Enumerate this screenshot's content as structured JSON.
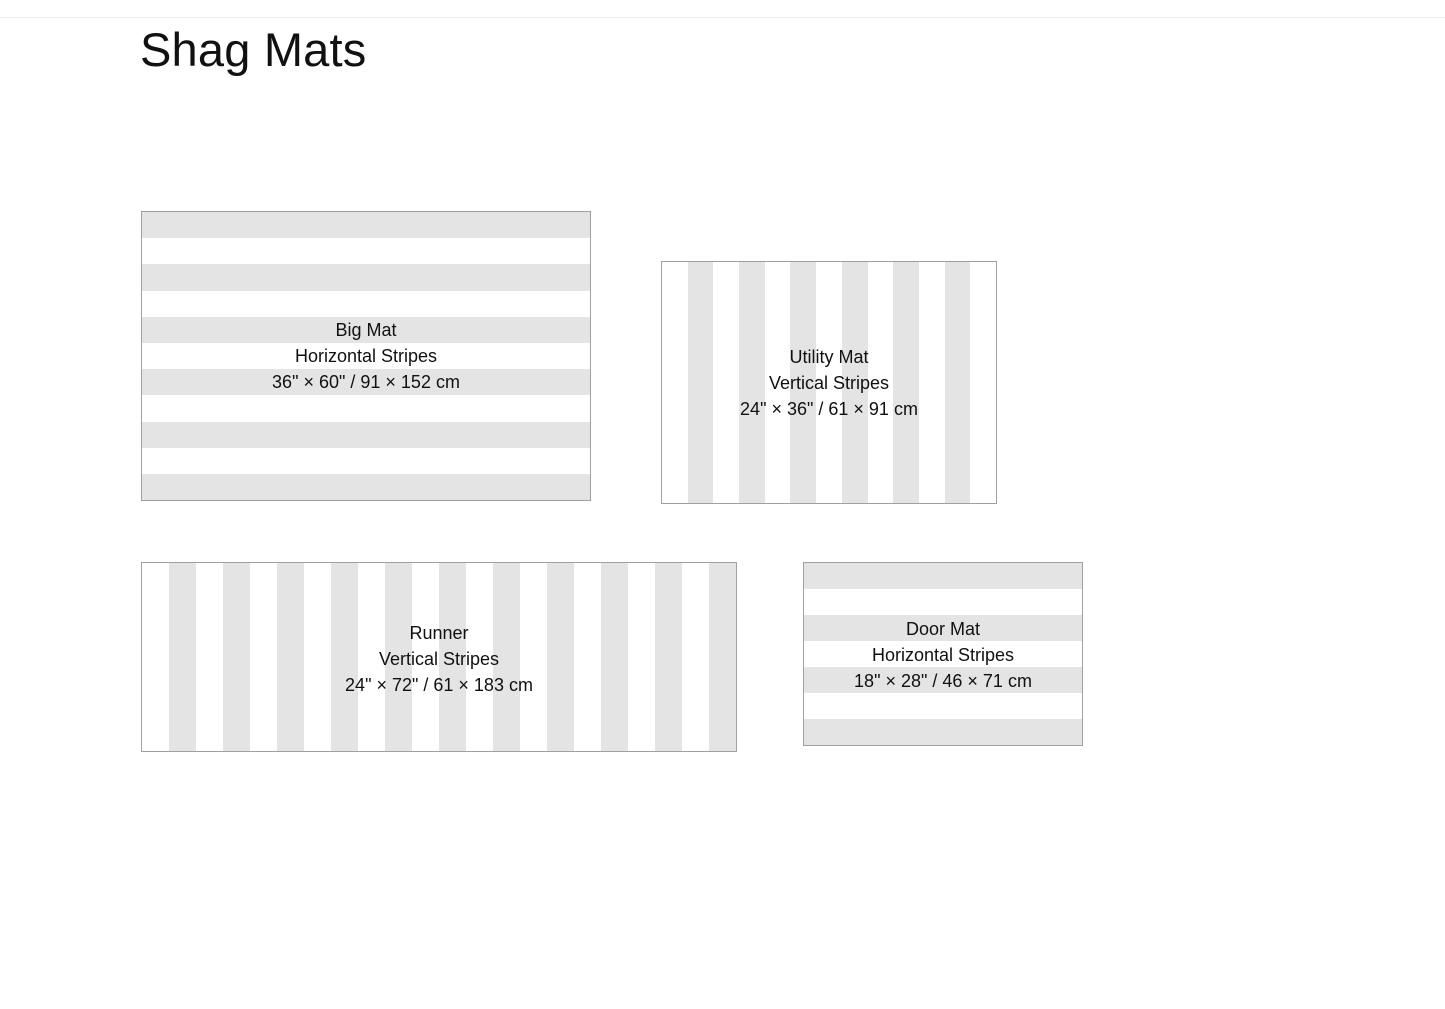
{
  "page": {
    "title": "Shag Mats"
  },
  "colors": {
    "stripe_gray": "#e4e4e4",
    "stripe_white": "#ffffff",
    "border": "#a0a0a0",
    "text": "#111111"
  },
  "mats": [
    {
      "id": "big",
      "name": "Big Mat",
      "pattern": "Horizontal Stripes",
      "size": "36\" × 60\" / 91 × 152 cm",
      "orientation": "horizontal",
      "stripe_sequence": [
        "gray",
        "white",
        "gray",
        "white",
        "gray",
        "white",
        "gray",
        "white",
        "gray",
        "white",
        "gray"
      ]
    },
    {
      "id": "utility",
      "name": "Utility Mat",
      "pattern": "Vertical Stripes",
      "size": "24\" × 36\" / 61 × 91 cm",
      "orientation": "vertical",
      "stripe_sequence": [
        "white",
        "gray",
        "white",
        "gray",
        "white",
        "gray",
        "white",
        "gray",
        "white",
        "gray",
        "white",
        "gray",
        "white"
      ]
    },
    {
      "id": "runner",
      "name": "Runner",
      "pattern": "Vertical Stripes",
      "size": "24\" × 72\" / 61 × 183 cm",
      "orientation": "vertical",
      "stripe_sequence": [
        "white",
        "gray",
        "white",
        "gray",
        "white",
        "gray",
        "white",
        "gray",
        "white",
        "gray",
        "white",
        "gray",
        "white",
        "gray",
        "white",
        "gray",
        "white",
        "gray",
        "white",
        "gray",
        "white",
        "gray"
      ]
    },
    {
      "id": "door",
      "name": "Door Mat",
      "pattern": "Horizontal Stripes",
      "size": "18\" × 28\" / 46 × 71 cm",
      "orientation": "horizontal",
      "stripe_sequence": [
        "gray",
        "white",
        "gray",
        "white",
        "gray",
        "white",
        "gray"
      ]
    }
  ]
}
